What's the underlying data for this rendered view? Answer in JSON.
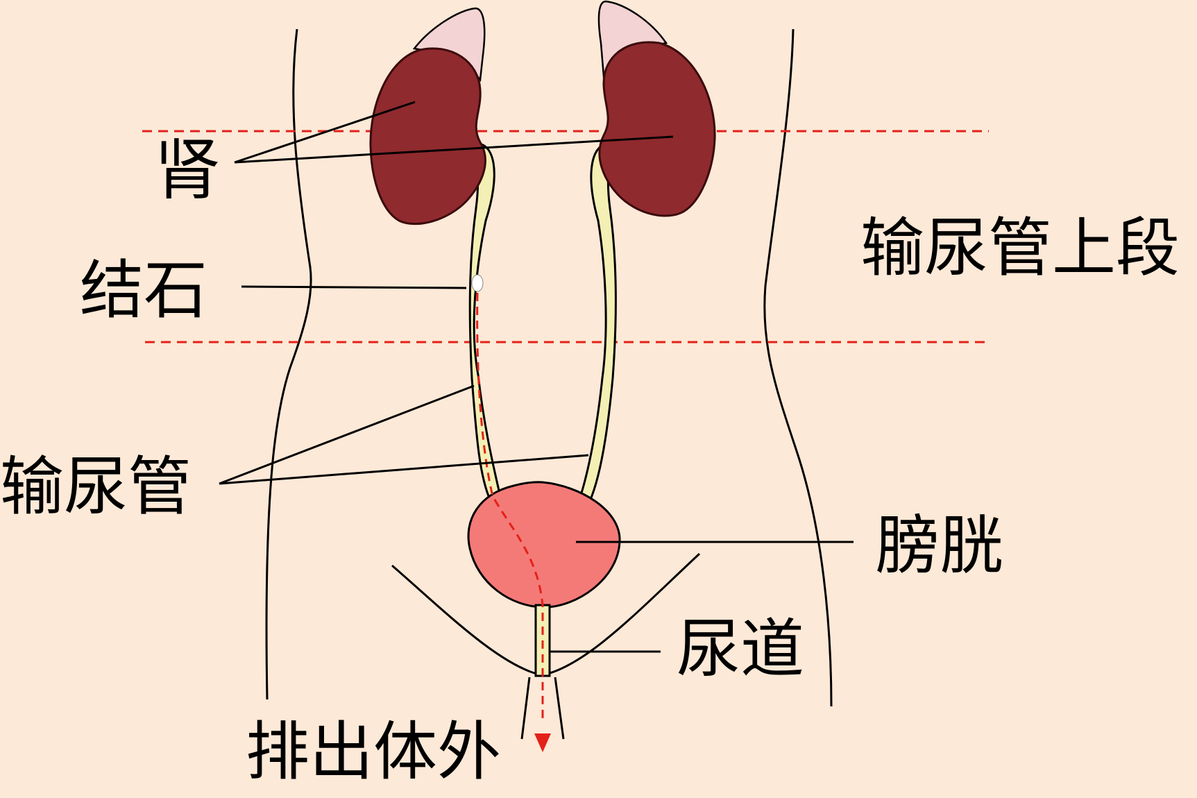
{
  "labels": {
    "kidney": "肾",
    "stone": "结石",
    "ureter": "输尿管",
    "upper_ureter": "输尿管上段",
    "bladder": "膀胱",
    "urethra": "尿道",
    "excretion": "排出体外"
  },
  "colors": {
    "background": "#fde9d7",
    "kidney": "#8f2a2e",
    "adrenal": "#f3d3d3",
    "ureter": "#f4efb4",
    "bladder": "#f47a78",
    "guide_line": "#e32119",
    "outline": "#000000"
  }
}
